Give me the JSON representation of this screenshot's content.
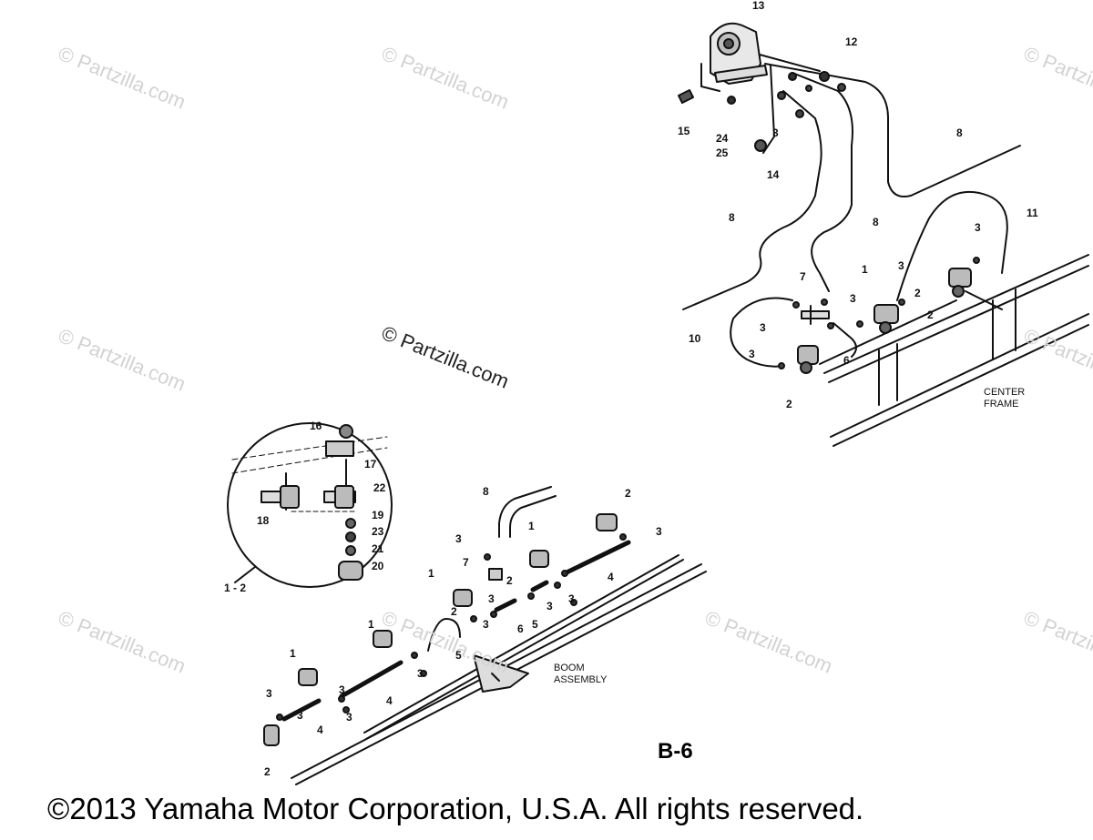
{
  "watermarks": {
    "small": "© Partzilla.com",
    "main": "© Partzilla.com"
  },
  "callouts": {
    "c13": "13",
    "c12": "12",
    "c15": "15",
    "c24": "24",
    "c25": "25",
    "c3a": "3",
    "c14": "14",
    "c8a": "8",
    "c11": "11",
    "c3b": "3",
    "c8b": "8",
    "c8c": "8",
    "c7a": "7",
    "c1a": "1",
    "c3c": "3",
    "c3d": "3",
    "c2a": "2",
    "c10": "10",
    "c3e": "3",
    "c6a": "6",
    "c2b": "2",
    "c3f": "3",
    "c2c": "2",
    "c16": "16",
    "c17": "17",
    "c22": "22",
    "c18": "18",
    "c19": "19",
    "c23": "23",
    "c21": "21",
    "c20": "20",
    "c12b": "1 - 2",
    "c8d": "8",
    "c2d": "2",
    "c3g": "3",
    "c1b": "1",
    "c3h": "3",
    "c7b": "7",
    "c1c": "1",
    "c2e": "2",
    "c3i": "3",
    "c4a": "4",
    "c3j": "3",
    "c2f": "2",
    "c3k": "3",
    "c5a": "5",
    "c1d": "1",
    "c3l": "3",
    "c6b": "6",
    "c3m": "3",
    "c5b": "5",
    "c1e": "1",
    "c3n": "3",
    "c4b": "4",
    "c3o": "3",
    "c4c": "4",
    "c3p": "3",
    "c2g": "2",
    "c3q": "3"
  },
  "captions": {
    "center_frame": "CENTER\nFRAME",
    "boom_assembly": "BOOM\nASSEMBLY"
  },
  "figure_code": "B-6",
  "copyright": "©2013 Yamaha Motor Corporation, U.S.A. All rights reserved."
}
